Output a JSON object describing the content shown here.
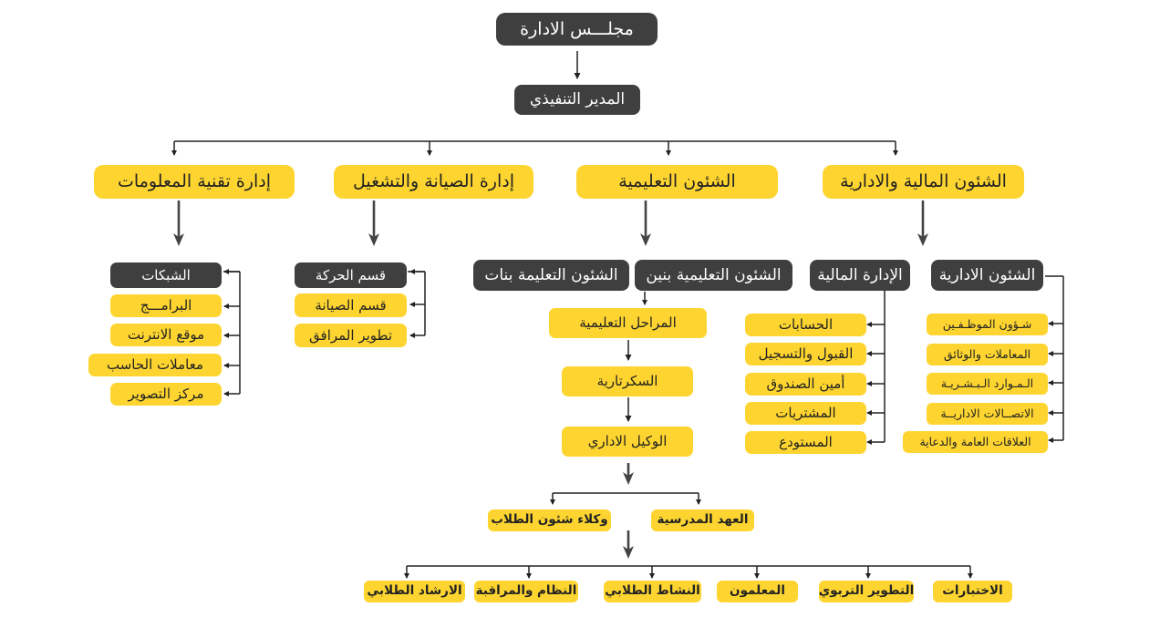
{
  "board": "مجلـــس الادارة",
  "ceo": "المدير التنفيذي",
  "depts": {
    "finance_admin": "الشئون المالية والادارية",
    "education": "الشئون التعليمية",
    "maintenance": "إدارة الصيانة والتشغيل",
    "it": "إدارة تقنية المعلومات"
  },
  "admin_affairs": {
    "title": "الشئون الادارية",
    "items": [
      "شـؤون الموظـفـين",
      "المعاملات والوثائق",
      "الـمـوارد الـبـشـريـة",
      "الاتصــالات الاداريــة",
      "العلاقات العامة والدعاية"
    ]
  },
  "financial_admin": {
    "title": "الإدارة المالية",
    "items": [
      "الحسابات",
      "القبول والتسجيل",
      "أمين الصندوق",
      "المشتريات",
      "المستودع"
    ]
  },
  "edu": {
    "boys": "الشئون التعليمية بنين",
    "girls": "الشئون التعليمة بنات",
    "stages": "المراحل التعليمية",
    "secretariat": "السكرتارية",
    "deputy": "الوكيل الاداري",
    "custody": "العهد المدرسية",
    "student_agents": "وكلاء شئون الطلاب",
    "bottom": [
      "الاختبارات",
      "التطوير التربوي",
      "المعلمون",
      "النشاط الطلابي",
      "النظام والمراقبة",
      "الارشاد الطلابي"
    ]
  },
  "maint": {
    "items": [
      "قسم الحركة",
      "قسم الصيانة",
      "تطوير المرافق"
    ]
  },
  "it_sections": {
    "items": [
      "الشبكات",
      "البرامـــج",
      "موقع الانترنت",
      "معاملات الحاسب",
      "مركز التصوير"
    ]
  },
  "colors": {
    "yellow": "#fed530",
    "dark": "#3f3f3f",
    "line": "#222222"
  }
}
